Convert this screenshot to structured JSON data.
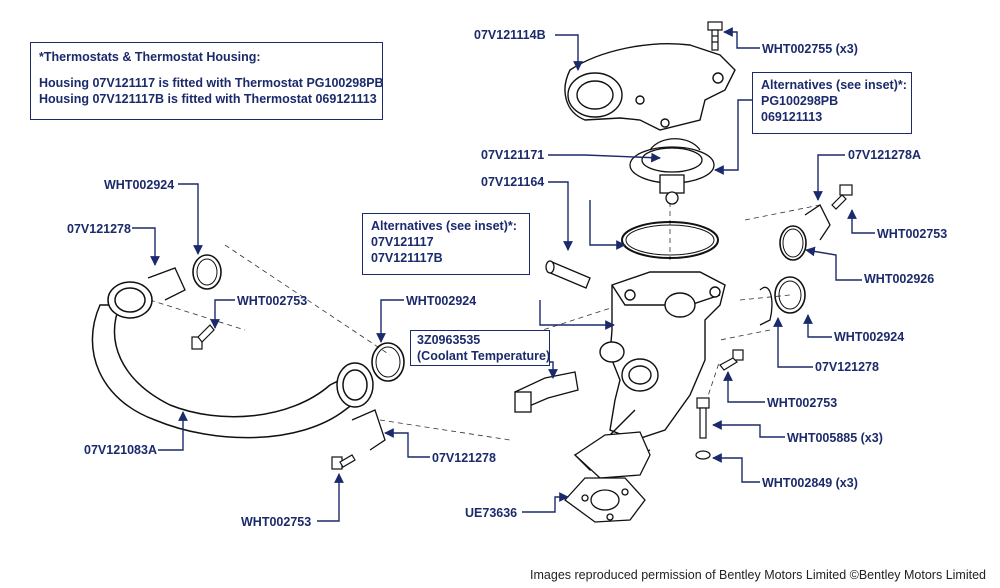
{
  "note": {
    "title": "*Thermostats & Thermostat Housing:",
    "line1": "Housing 07V121117 is fitted with Thermostat PG100298PB",
    "line2": "Housing 07V121117B is fitted with Thermostat 069121113"
  },
  "inset_thermostat": {
    "title": "Alternatives (see inset)*:",
    "line1": "PG100298PB",
    "line2": "069121113"
  },
  "inset_housing": {
    "title": "Alternatives (see inset)*:",
    "line1": "07V121117",
    "line2": "07V121117B"
  },
  "sensor_box": {
    "line1": "3Z0963535",
    "line2": "(Coolant Temperature)"
  },
  "labels": {
    "l_07V121114B": "07V121114B",
    "l_WHT002755": "WHT002755 (x3)",
    "l_07V121171": "07V121171",
    "l_07V121164": "07V121164",
    "l_07V121278A": "07V121278A",
    "l_WHT002753_r1": "WHT002753",
    "l_WHT002926": "WHT002926",
    "l_WHT002924_r": "WHT002924",
    "l_07V121278_r": "07V121278",
    "l_WHT002753_r2": "WHT002753",
    "l_WHT005885": "WHT005885 (x3)",
    "l_WHT002849": "WHT002849 (x3)",
    "l_UE73636": "UE73636",
    "l_WHT002924_tl": "WHT002924",
    "l_07V121278_tl": "07V121278",
    "l_WHT002753_l": "WHT002753",
    "l_WHT002924_m": "WHT002924",
    "l_07V121083A": "07V121083A",
    "l_07V121278_b": "07V121278",
    "l_WHT002753_b": "WHT002753"
  },
  "credit": "Images reproduced permission of Bentley Motors Limited ©Bentley Motors Limited",
  "colors": {
    "label": "#1b2a6b",
    "arrow": "#1b2a6b",
    "line": "#000000"
  }
}
